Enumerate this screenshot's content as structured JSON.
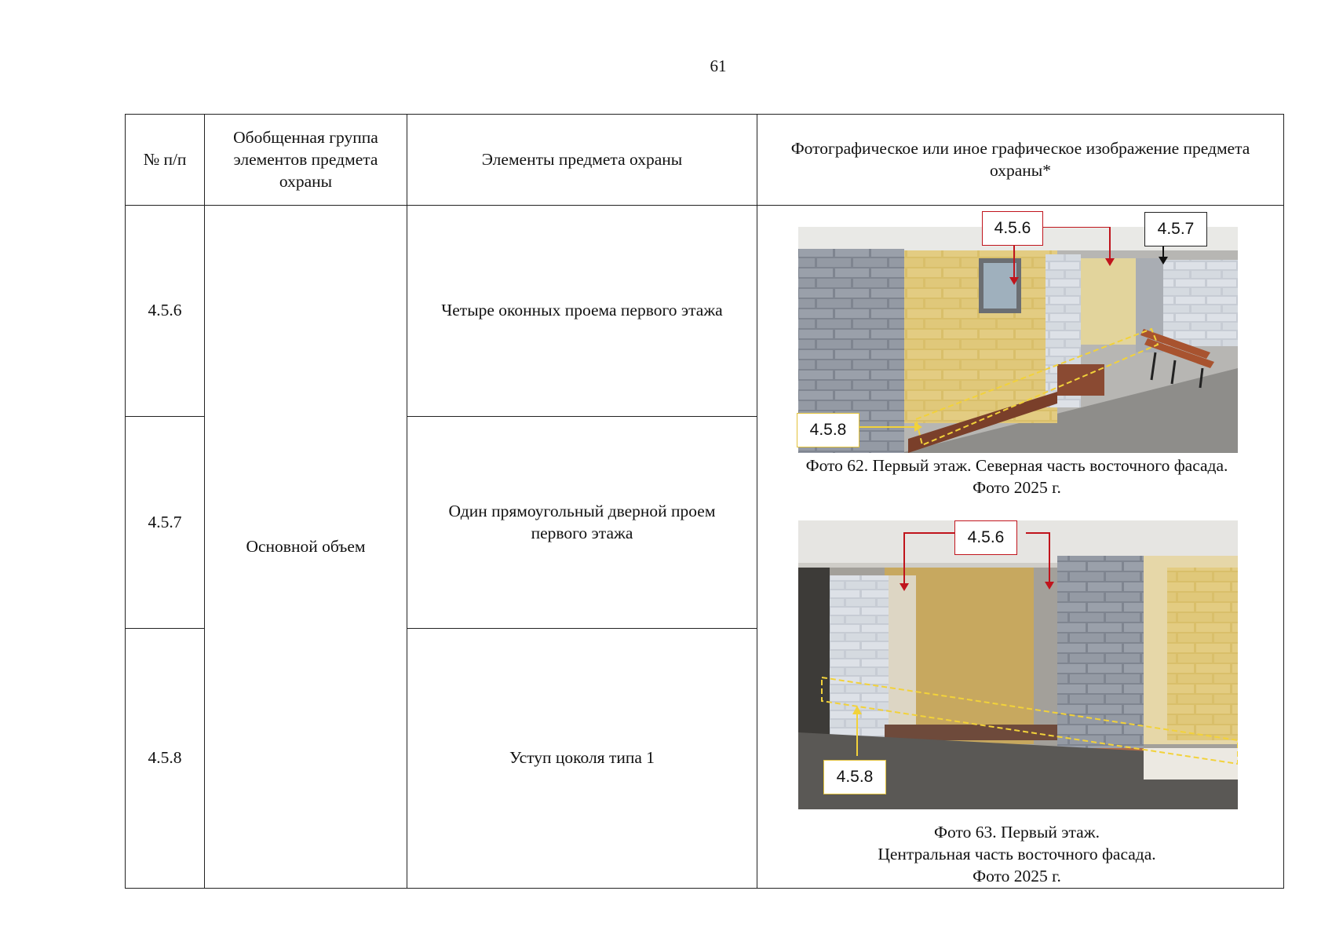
{
  "page_number": "61",
  "table": {
    "headers": {
      "num": "№ п/п",
      "group": "Обобщенная группа элементов предмета охраны",
      "elements": "Элементы предмета охраны",
      "image": "Фотографическое или иное графическое изображение предмета охраны*"
    },
    "group_value": "Основной объем",
    "rows": [
      {
        "num": "4.5.6",
        "element": "Четыре оконных проема первого этажа"
      },
      {
        "num": "4.5.7",
        "element": "Один прямоугольный дверной проем первого этажа"
      },
      {
        "num": "4.5.8",
        "element": "Уступ цоколя типа 1"
      }
    ]
  },
  "photo_62": {
    "labels": {
      "a": "4.5.6",
      "b": "4.5.7",
      "c": "4.5.8"
    },
    "caption_line1": "Фото 62. Первый этаж. Северная часть восточного фасада.",
    "caption_line2": "Фото 2025 г."
  },
  "photo_63": {
    "labels": {
      "a": "4.5.6",
      "c": "4.5.8"
    },
    "caption_line1": "Фото 63. Первый этаж.",
    "caption_line2": "Центральная часть восточного фасада.",
    "caption_line3": "Фото 2025 г."
  },
  "colors": {
    "label_red": "#c0141c",
    "label_black": "#222222",
    "label_yellow": "#e2c23a"
  }
}
